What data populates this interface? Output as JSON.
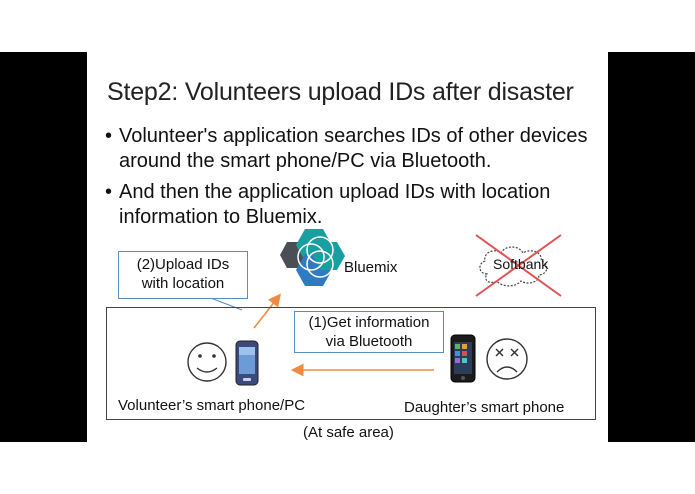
{
  "slide": {
    "title": "Step2: Volunteers upload IDs after disaster",
    "bullets": [
      {
        "marker": "•",
        "text": "Volunteer's application searches IDs of other devices around the smart phone/PC via Bluetooth."
      },
      {
        "marker": "•",
        "text": "And then the application upload IDs with location information to Bluemix."
      }
    ]
  },
  "diagram": {
    "callout_upload": {
      "line1": "(2)Upload IDs",
      "line2": "with location"
    },
    "callout_bluetooth": {
      "line1": "(1)Get information",
      "line2": "via Bluetooth"
    },
    "bluemix_label": "Bluemix",
    "softbank_label": "Softbank",
    "volunteer_label": "Volunteer’s smart phone/PC",
    "daughter_label": "Daughter’s smart phone",
    "area_label": "(At safe area)"
  },
  "colors": {
    "arrow": "#f08a3c",
    "callout_border": "#5b8cc0",
    "cross": "#e05252",
    "bluemix_teal": "#1a9fa0",
    "bluemix_dark": "#4a4f55",
    "bluemix_blue": "#2f7bc2"
  }
}
